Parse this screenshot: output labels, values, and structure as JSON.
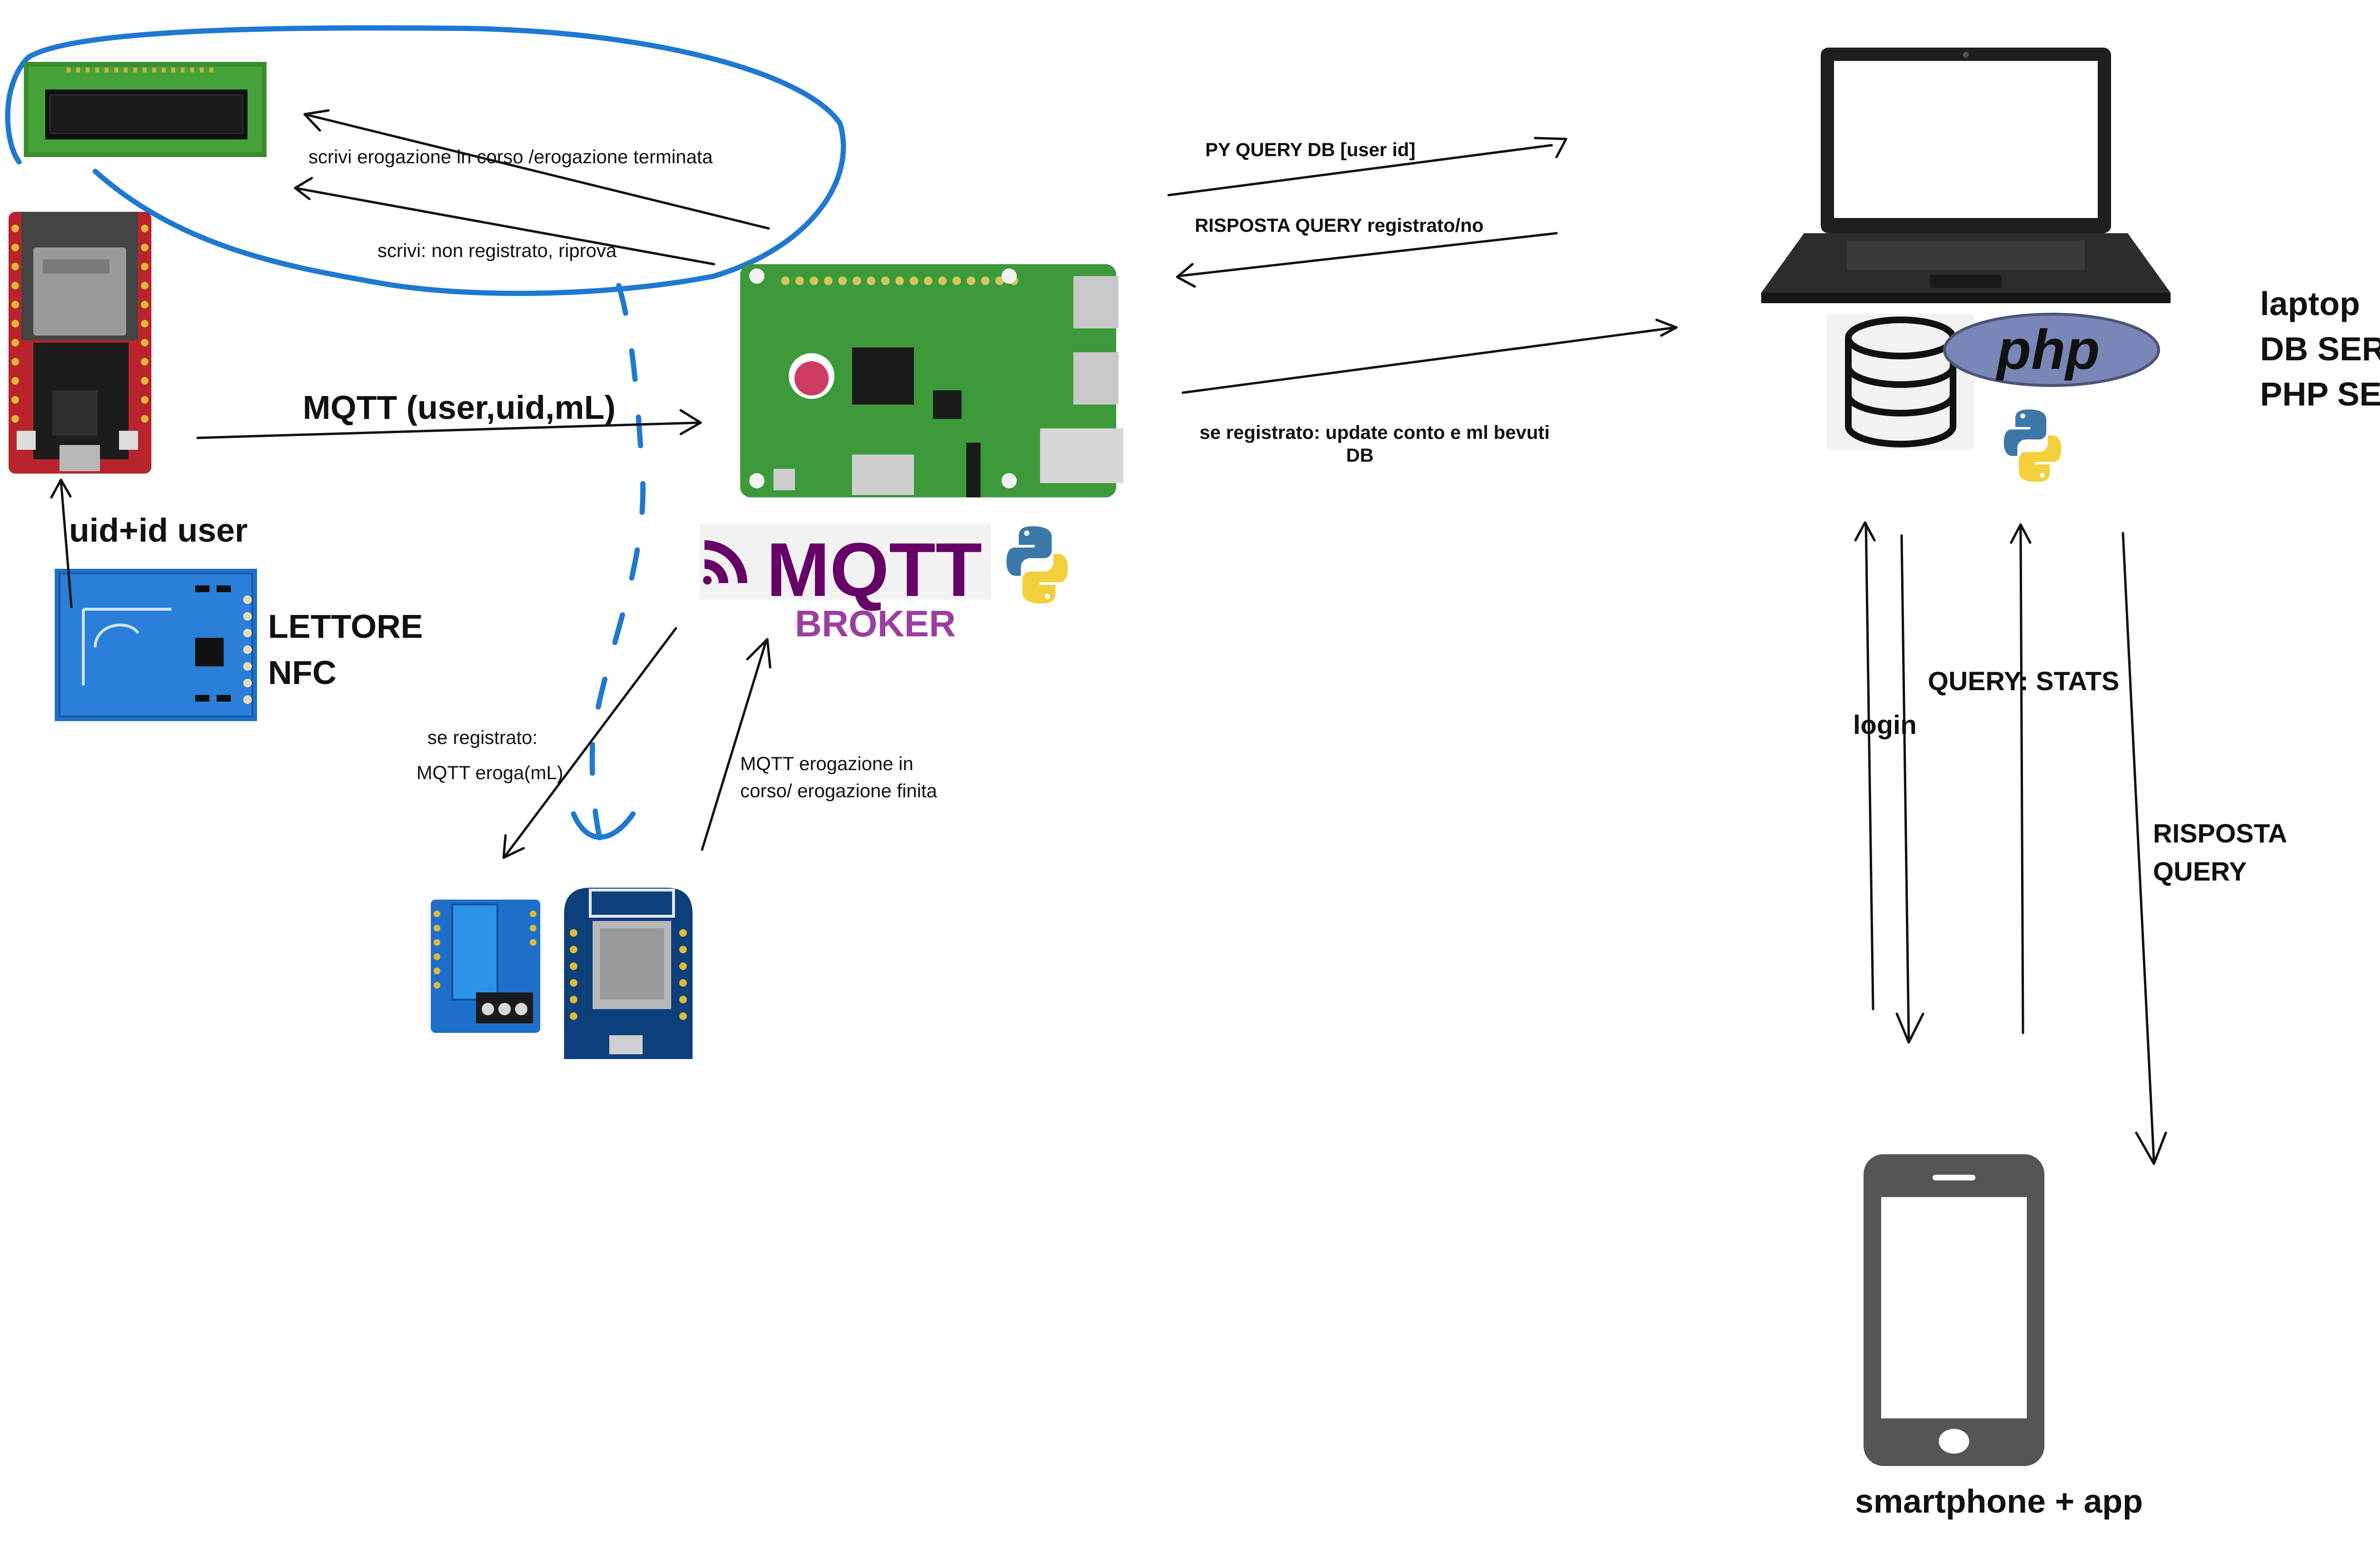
{
  "labels": {
    "lcd_write_progress": "scrivi erogazione in corso /erogazione terminata",
    "lcd_write_not_registered": "scrivi: non registrato, riprova",
    "mqtt_message": "MQTT (user,uid,mL)",
    "uid_user": "uid+id user",
    "nfc_reader_line1": "LETTORE",
    "nfc_reader_line2": "NFC",
    "registered_line1": "se registrato:",
    "registered_line2": "MQTT eroga(mL)",
    "mqtt_status_line1": "MQTT erogazione in",
    "mqtt_status_line2": "corso/ erogazione finita",
    "py_query": "PY QUERY DB [user id]",
    "query_response": "RISPOSTA QUERY registrato/no",
    "update_line1": "se registrato: update conto e ml bevuti",
    "update_line2": "DB",
    "laptop_line1": "laptop",
    "laptop_line2": "DB SERVER",
    "laptop_line3": "PHP SERVER",
    "login": "login",
    "query_stats": "QUERY: STATS",
    "response_line1": "RISPOSTA",
    "response_line2": "QUERY",
    "smartphone": "smartphone + app"
  },
  "logos": {
    "mqtt": "MQTT",
    "broker": "BROKER",
    "php": "php"
  },
  "icons": {
    "lcd": "lcd-display-icon",
    "esp32": "esp32-board-icon",
    "nfc": "nfc-reader-module-icon",
    "raspberry": "raspberry-pi-board-icon",
    "python": "python-logo-icon",
    "relay": "relay-shield-icon",
    "d1mini": "wemos-d1-mini-icon",
    "laptop": "laptop-icon",
    "database": "database-icon",
    "smartphone": "smartphone-icon"
  },
  "colors": {
    "annotation_blue": "#1f78d1",
    "pcb_green": "#3d9a3a",
    "pcb_red": "#b9232c",
    "pcb_blue": "#1e6fc9",
    "mqtt_purple": "#660066",
    "broker_purple": "#9a3fa0",
    "php_purple": "#7a86b8"
  }
}
